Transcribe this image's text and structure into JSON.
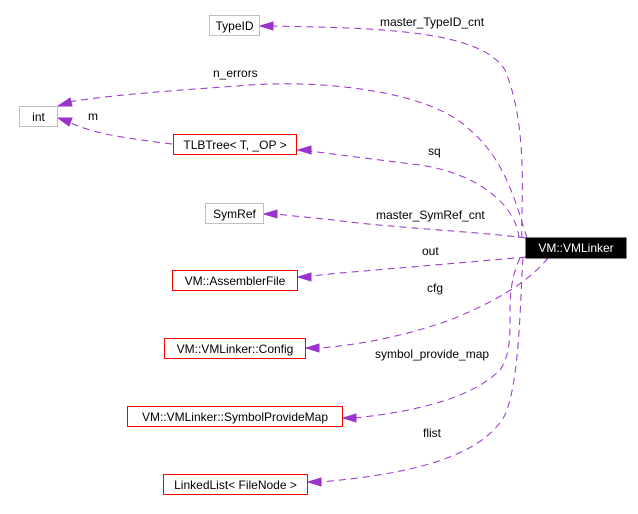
{
  "diagram": {
    "title": "VM::VMLinker collaboration graph",
    "edge_color": "#9a32cd",
    "nodes": [
      {
        "id": "vmlinker",
        "label": "VM::VMLinker",
        "style": "focus",
        "border": "#000000",
        "fill": "#000000"
      },
      {
        "id": "typeid",
        "label": "TypeID",
        "style": "undocumented",
        "border": "#bfbfbf",
        "fill": "#ffffff"
      },
      {
        "id": "int",
        "label": "int",
        "style": "undocumented",
        "border": "#bfbfbf",
        "fill": "#ffffff"
      },
      {
        "id": "tlbtree",
        "label": "TLBTree< T, _OP >",
        "style": "documented",
        "border": "#ff0000",
        "fill": "#ffffff"
      },
      {
        "id": "symref",
        "label": "SymRef",
        "style": "undocumented",
        "border": "#bfbfbf",
        "fill": "#ffffff"
      },
      {
        "id": "assemblerfile",
        "label": "VM::AssemblerFile",
        "style": "documented",
        "border": "#ff0000",
        "fill": "#ffffff"
      },
      {
        "id": "config",
        "label": "VM::VMLinker::Config",
        "style": "documented",
        "border": "#ff0000",
        "fill": "#ffffff"
      },
      {
        "id": "symbolprovidemap",
        "label": "VM::VMLinker::SymbolProvideMap",
        "style": "documented",
        "border": "#ff0000",
        "fill": "#ffffff"
      },
      {
        "id": "linkedlist",
        "label": "LinkedList< FileNode >",
        "style": "documented",
        "border": "#ff0000",
        "fill": "#ffffff"
      }
    ],
    "edges": [
      {
        "from": "vmlinker",
        "to": "typeid",
        "label": "master_TypeID_cnt"
      },
      {
        "from": "vmlinker",
        "to": "int",
        "label": "n_errors"
      },
      {
        "from": "tlbtree",
        "to": "int",
        "label": "m"
      },
      {
        "from": "vmlinker",
        "to": "tlbtree",
        "label": "sq"
      },
      {
        "from": "vmlinker",
        "to": "symref",
        "label": "master_SymRef_cnt"
      },
      {
        "from": "vmlinker",
        "to": "assemblerfile",
        "label": "out"
      },
      {
        "from": "vmlinker",
        "to": "config",
        "label": "cfg"
      },
      {
        "from": "vmlinker",
        "to": "symbolprovidemap",
        "label": "symbol_provide_map"
      },
      {
        "from": "vmlinker",
        "to": "linkedlist",
        "label": "flist"
      }
    ]
  }
}
